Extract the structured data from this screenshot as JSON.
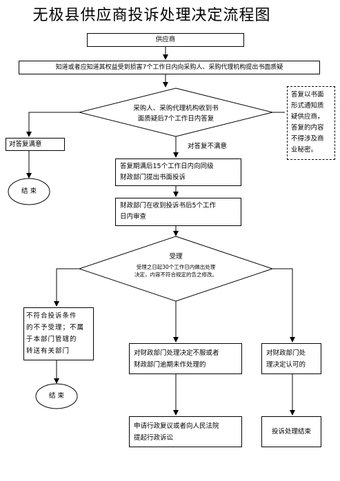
{
  "title": "无极县供应商投诉处理决定流程图",
  "nodes": {
    "supplier": "供应商",
    "know_harm": "知道或者应知道其权益受到损害7个工作日内向采购人、采购代理机构提出书面质疑",
    "diamond1_line1": "采购人、采购代理机构收到书",
    "diamond1_line2": "面质疑后7个工作日内答复",
    "note_line1": "答复以书面",
    "note_line2": "形式通知质",
    "note_line3": "疑供应商，",
    "note_line4": "答复的内容",
    "note_line5": "不得涉及商",
    "note_line6": "业秘密。",
    "satisfied": "对答复满意",
    "end1": "结 束",
    "unsatisfied": "对答复不满意",
    "complaint_line1": "答复期满后15个工作日内向同级",
    "complaint_line2": "财政部门提出书面投诉",
    "review_line1": "财政部门在收到投诉书后5个工作",
    "review_line2": "日内审查",
    "accept": "受理",
    "accept_line1": "受理之日起30个工作日内做出处理",
    "accept_line2": "决定，内容不符合规定的告之修改。",
    "reject_line1": "不符合投诉条件",
    "reject_line2": "的不予受理；不属",
    "reject_line3": "于本部门管辖的",
    "reject_line4": "转送有关部门",
    "end2": "结 束",
    "disagree_line1": "对财政部门处理决定不服或者",
    "disagree_line2": "财政部门逾期未作处理的",
    "agree_line1": "对财政部门处",
    "agree_line2": "理决定认可的",
    "appeal_line1": "申请行政复议或者向人民法院",
    "appeal_line2": "提起行政诉讼",
    "closed": "投诉处理结束"
  }
}
